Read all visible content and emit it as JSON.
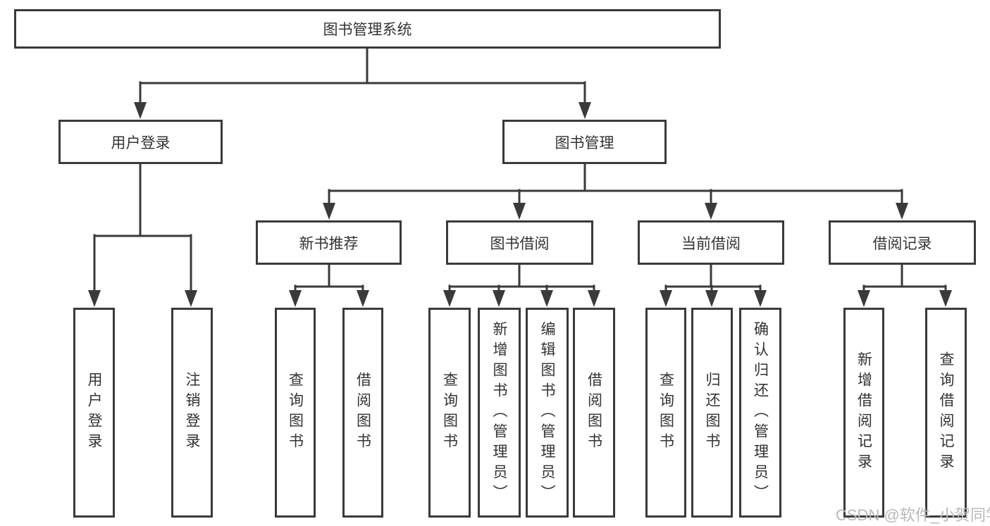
{
  "diagram": {
    "root": {
      "label": "图书管理系统"
    },
    "level1": [
      {
        "label": "用户登录"
      },
      {
        "label": "图书管理"
      }
    ],
    "level2": [
      {
        "label": "新书推荐"
      },
      {
        "label": "图书借阅"
      },
      {
        "label": "当前借阅"
      },
      {
        "label": "借阅记录"
      }
    ],
    "leaves": {
      "login": [
        {
          "label": "用户登录"
        },
        {
          "label": "注销登录"
        }
      ],
      "recommend": [
        {
          "label": "查询图书"
        },
        {
          "label": "借阅图书"
        }
      ],
      "borrow": [
        {
          "label": "查询图书"
        },
        {
          "label": "新增图书（管理员）"
        },
        {
          "label": "编辑图书（管理员）"
        },
        {
          "label": "借阅图书"
        }
      ],
      "current": [
        {
          "label": "查询图书"
        },
        {
          "label": "归还图书"
        },
        {
          "label": "确认归还（管理员）"
        }
      ],
      "records": [
        {
          "label": "新增借阅记录"
        },
        {
          "label": "查询借阅记录"
        }
      ]
    }
  },
  "watermark": "CSDN @软件_小贺同学",
  "colors": {
    "line": "#3a3a3a",
    "text": "#333333",
    "watermark_text": "#b9b9b9",
    "background": "#ffffff"
  }
}
